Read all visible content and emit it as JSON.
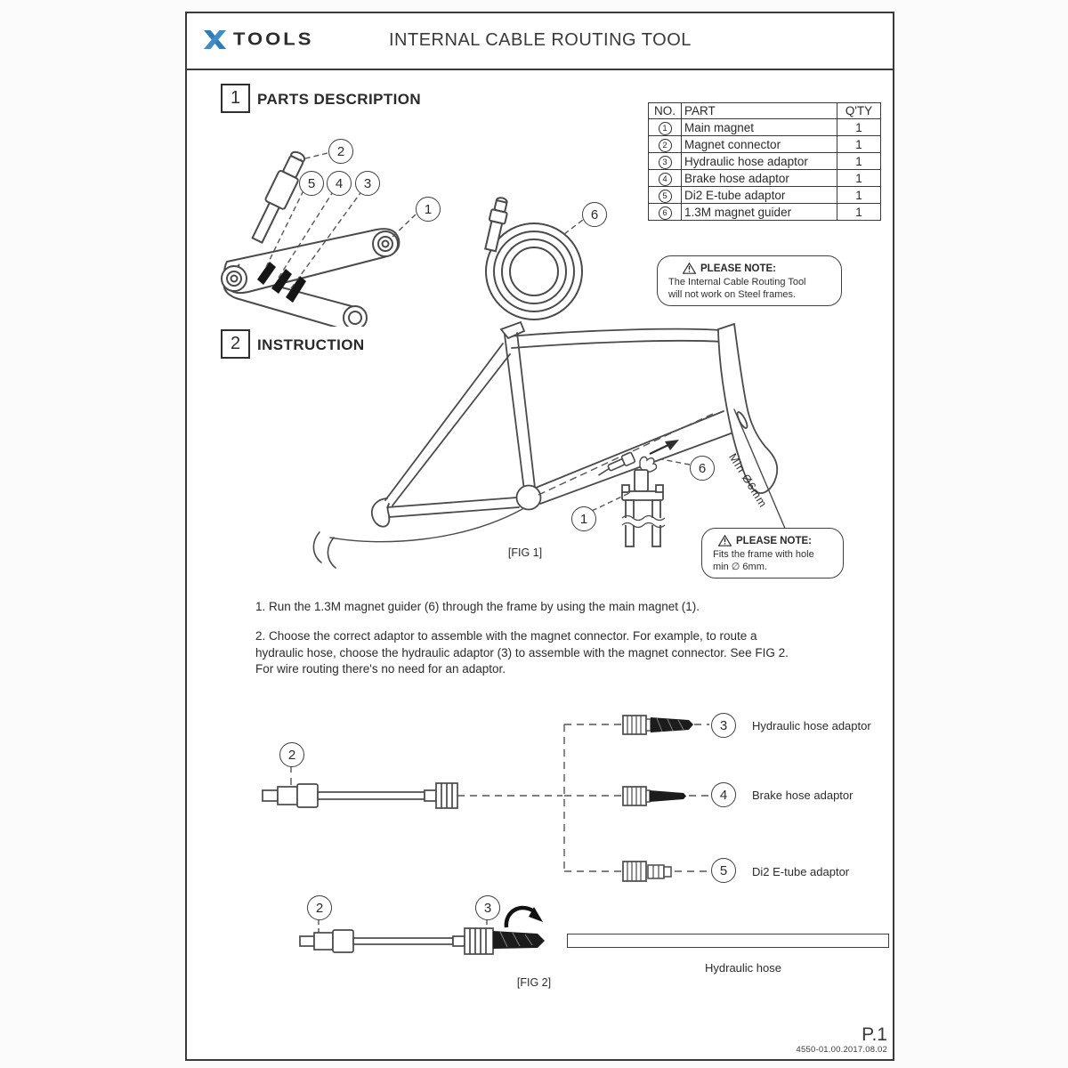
{
  "header": {
    "brand": "TOOLS",
    "title": "INTERNAL CABLE ROUTING TOOL"
  },
  "sections": {
    "parts": {
      "number": "1",
      "title": "PARTS DESCRIPTION"
    },
    "instruction": {
      "number": "2",
      "title": "INSTRUCTION"
    }
  },
  "parts_table": {
    "headers": [
      "NO.",
      "PART",
      "Q'TY"
    ],
    "rows": [
      {
        "no": "1",
        "part": "Main magnet",
        "qty": "1"
      },
      {
        "no": "2",
        "part": "Magnet connector",
        "qty": "1"
      },
      {
        "no": "3",
        "part": "Hydraulic hose adaptor",
        "qty": "1"
      },
      {
        "no": "4",
        "part": "Brake hose adaptor",
        "qty": "1"
      },
      {
        "no": "5",
        "part": "Di2 E-tube adaptor",
        "qty": "1"
      },
      {
        "no": "6",
        "part": "1.3M magnet guider",
        "qty": "1"
      }
    ]
  },
  "notes": {
    "steel": {
      "title": "PLEASE NOTE:",
      "line1": "The Internal Cable Routing Tool",
      "line2": "will not work on Steel frames."
    },
    "hole": {
      "title": "PLEASE NOTE:",
      "line1": "Fits the frame with hole",
      "line2": "min ∅ 6mm."
    }
  },
  "steps": {
    "step1": "1. Run the 1.3M magnet guider (6) through the frame by using the main magnet (1).",
    "step2_l1": "2. Choose the correct adaptor to assemble with the magnet connector. For example, to route a",
    "step2_l2": "hydraulic hose, choose the hydraulic adaptor (3) to assemble with the magnet connector. See FIG 2.",
    "step2_l3": "For wire routing there's no need for an adaptor."
  },
  "figures": {
    "fig1": "[FIG 1]",
    "fig2": "[FIG 2]"
  },
  "callouts": {
    "c1": "1",
    "c2": "2",
    "c3": "3",
    "c4": "4",
    "c5": "5",
    "c6": "6"
  },
  "labels": {
    "min_hole": "Min Ø6mm",
    "hydraulic_adaptor": "Hydraulic hose adaptor",
    "brake_adaptor": "Brake hose adaptor",
    "di2_adaptor": "Di2 E-tube adaptor",
    "hydraulic_hose": "Hydraulic hose"
  },
  "footer": {
    "page": "P.1",
    "code": "4550-01.00.2017.08.02"
  },
  "colors": {
    "accent_blue": "#2f7cb8",
    "line": "#4a4a4a",
    "text": "#2f2f2f"
  }
}
